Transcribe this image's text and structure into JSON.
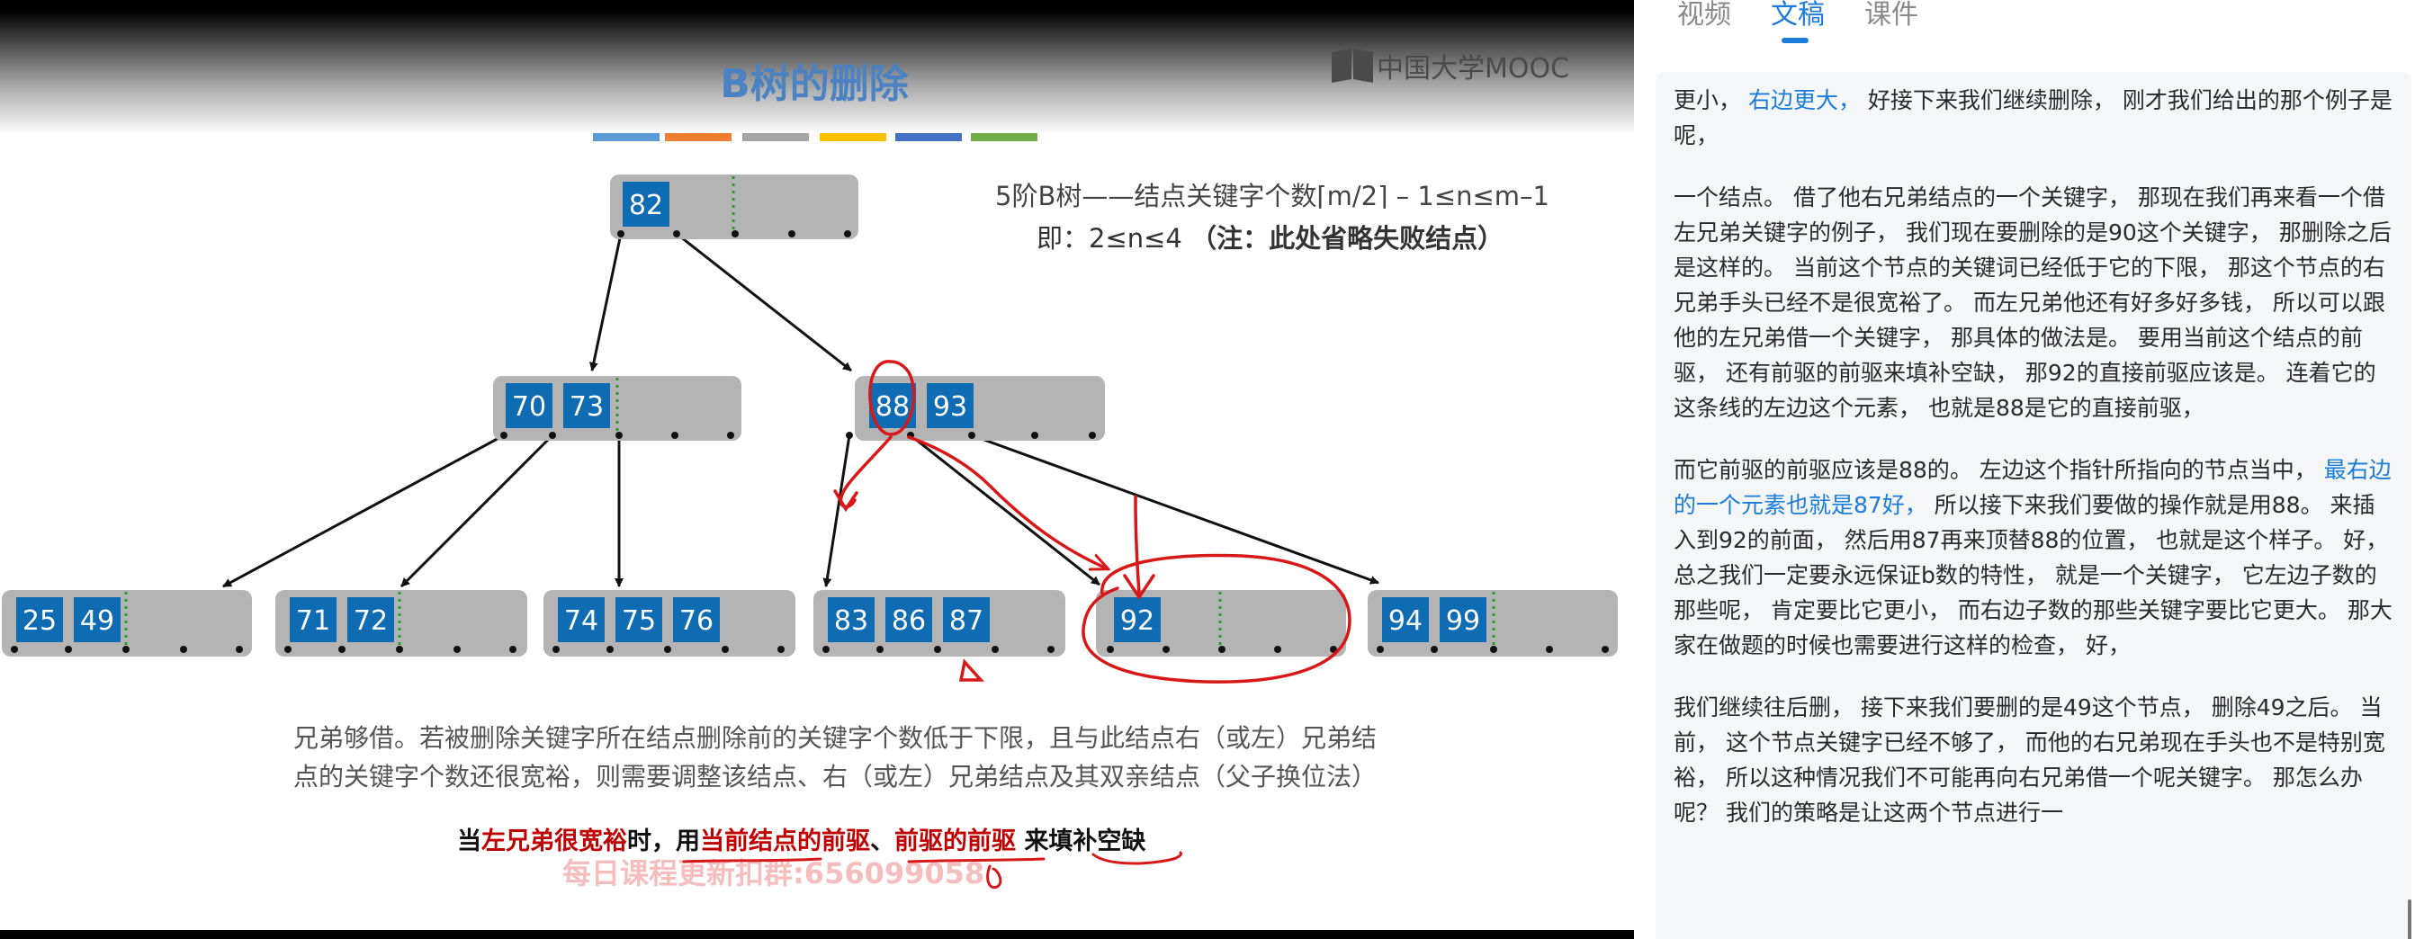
{
  "slide": {
    "title": "B树的删除",
    "logo_text": "中国大学MOOC",
    "accent_colors": [
      "#5b9bd5",
      "#ed7d31",
      "#a5a5a5",
      "#ffc000",
      "#4472c4",
      "#70ad47"
    ],
    "rule_line1": "5阶B树——结点关键字个数⌈m/2⌉ – 1≤n≤m–1",
    "rule_line2_a": "即：2≤n≤4 ",
    "rule_line2_b": "（注：此处省略失败结点）",
    "nodes": {
      "root": [
        "82"
      ],
      "mid_left": [
        "70",
        "73"
      ],
      "mid_right": [
        "88",
        "93"
      ],
      "leaf1": [
        "25",
        "49"
      ],
      "leaf2": [
        "71",
        "72"
      ],
      "leaf3": [
        "74",
        "75",
        "76"
      ],
      "leaf4": [
        "83",
        "86",
        "87"
      ],
      "leaf5": [
        "92"
      ],
      "leaf6": [
        "94",
        "99"
      ]
    },
    "desc_line1": "兄弟够借。若被删除关键字所在结点删除前的关键字个数低于下限，且与此结点右（或左）兄弟结",
    "desc_line2": "点的关键字个数还很宽裕，则需要调整该结点、右（或左）兄弟结点及其双亲结点（父子换位法）",
    "formula": {
      "p1": "当",
      "p2": "左兄弟很宽裕",
      "p3": "时，用",
      "p4": "当前结点的前驱",
      "p5": "、",
      "p6": "前驱的前驱",
      "p7": " 来",
      "p8": "填补空缺"
    },
    "watermark": "每日课程更新扣群:656099058",
    "colors": {
      "key_box": "#0f6cb3",
      "node_bg": "#b4b4b4",
      "highlight_red": "#c00000",
      "annotation_red": "#d81818",
      "divider_green": "#3a9a3a"
    }
  },
  "side_panel": {
    "tabs": [
      "视频",
      "文稿",
      "课件"
    ],
    "active_tab": "文稿",
    "paragraphs": [
      [
        {
          "t": "更小，  "
        },
        {
          "t": "右边更大，",
          "hl": true
        },
        {
          "t": "  好接下来我们继续删除，  刚才我们给出的那个例子是呢，"
        }
      ],
      [
        {
          "t": "一个结点。  借了他右兄弟结点的一个关键字，  那现在我们再来看一个借左兄弟关键字的例子，  我们现在要删除的是90这个关键字，  那删除之后是这样的。  当前这个节点的关键词已经低于它的下限，  那这个节点的右兄弟手头已经不是很宽裕了。  而左兄弟他还有好多好多钱，  所以可以跟他的左兄弟借一个关键字，  那具体的做法是。  要用当前这个结点的前驱，  还有前驱的前驱来填补空缺，  那92的直接前驱应该是。  连着它的这条线的左边这个元素，  也就是88是它的直接前驱，"
        }
      ],
      [
        {
          "t": "而它前驱的前驱应该是88的。  左边这个指针所指向的节点当中，  "
        },
        {
          "t": "最右边的一个元素也就是87好，",
          "hl": true
        },
        {
          "t": "  所以接下来我们要做的操作就是用88。  来插入到92的前面，  然后用87再来顶替88的位置，  也就是这个样子。  好，  总之我们一定要永远保证b数的特性，  就是一个关键字，  它左边子数的那些呢，  肯定要比它更小，  而右边子数的那些关键字要比它更大。  那大家在做题的时候也需要进行这样的检查，  好，"
        }
      ],
      [
        {
          "t": "我们继续往后删，  接下来我们要删的是49这个节点，  删除49之后。  当前，  这个节点关键字已经不够了，  而他的右兄弟现在手头也不是特别宽裕，  所以这种情况我们不可能再向右兄弟借一个呢关键字。  那怎么办呢？  我们的策略是让这两个节点进行一"
        }
      ]
    ]
  }
}
